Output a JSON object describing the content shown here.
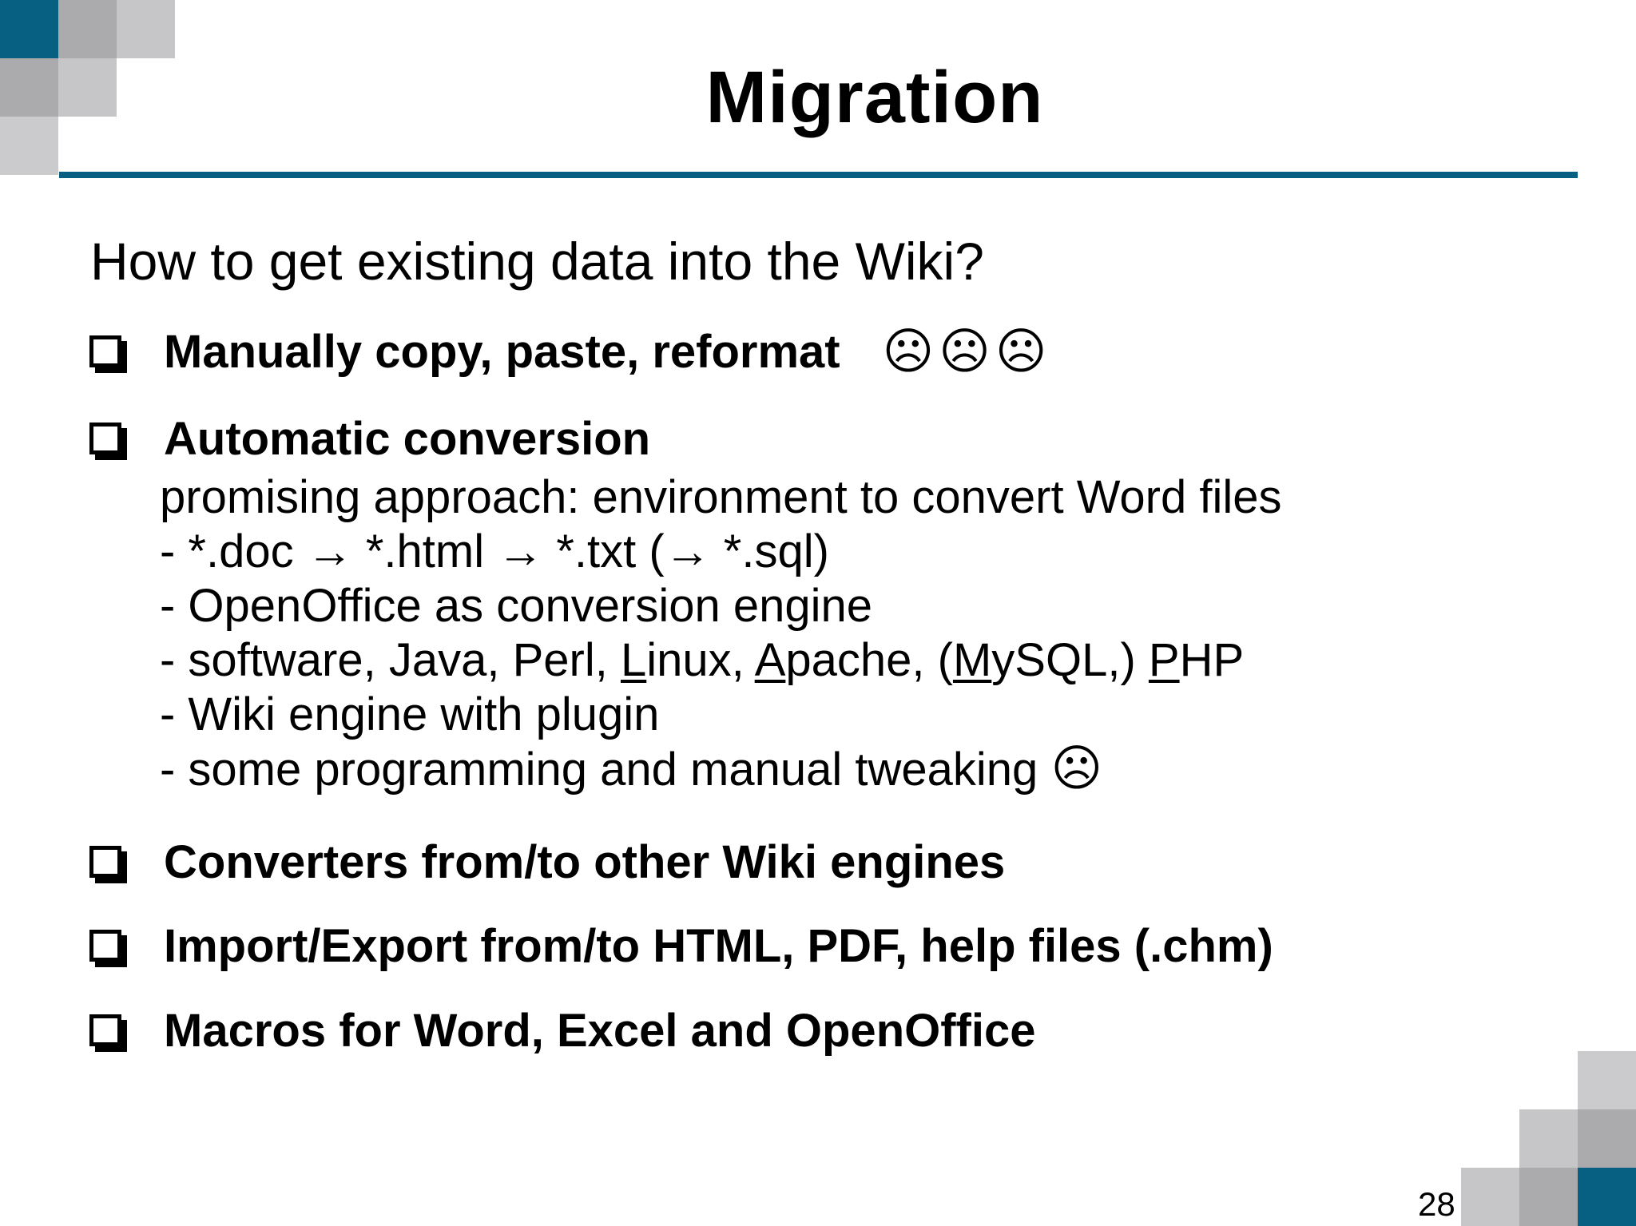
{
  "slide": {
    "title": "Migration",
    "intro": "How to get existing data into the Wiki?",
    "page_number": "28",
    "bullets": [
      {
        "label": "Manually copy, paste, reformat",
        "faces": "☹☹☹"
      },
      {
        "label": "Automatic conversion"
      },
      {
        "label": "Converters from/to other Wiki engines"
      },
      {
        "label": "Import/Export from/to HTML, PDF, help files (.chm)"
      },
      {
        "label": "Macros for Word, Excel and OpenOffice"
      }
    ],
    "auto_conversion_details": [
      {
        "segments": [
          {
            "t": "promising approach: environment to convert Word files"
          }
        ]
      },
      {
        "segments": [
          {
            "t": "- *.doc → *.html → *.txt (→ *.sql)"
          }
        ]
      },
      {
        "segments": [
          {
            "t": "- OpenOffice as conversion engine"
          }
        ]
      },
      {
        "segments": [
          {
            "t": "- software, Java, Perl, "
          },
          {
            "t": "L",
            "u": true
          },
          {
            "t": "inux, "
          },
          {
            "t": "A",
            "u": true
          },
          {
            "t": "pache, ("
          },
          {
            "t": "M",
            "u": true
          },
          {
            "t": "ySQL,) "
          },
          {
            "t": "P",
            "u": true
          },
          {
            "t": "HP"
          }
        ]
      },
      {
        "segments": [
          {
            "t": "- Wiki engine with plugin"
          }
        ]
      },
      {
        "segments": [
          {
            "t": "- some programming and manual tweaking "
          },
          {
            "t": "☹",
            "face": true
          }
        ]
      }
    ]
  },
  "icons": {
    "bullet_icon": "shadowed-checkbox",
    "sad_face_icon": "☹"
  },
  "colors": {
    "accent_teal": "#075F82",
    "gray_medium": "#ABABAD",
    "gray_light": "#C6C6C8",
    "gray_lighter": "#CBCBCD",
    "text": "#000000",
    "background": "#FFFFFF"
  }
}
